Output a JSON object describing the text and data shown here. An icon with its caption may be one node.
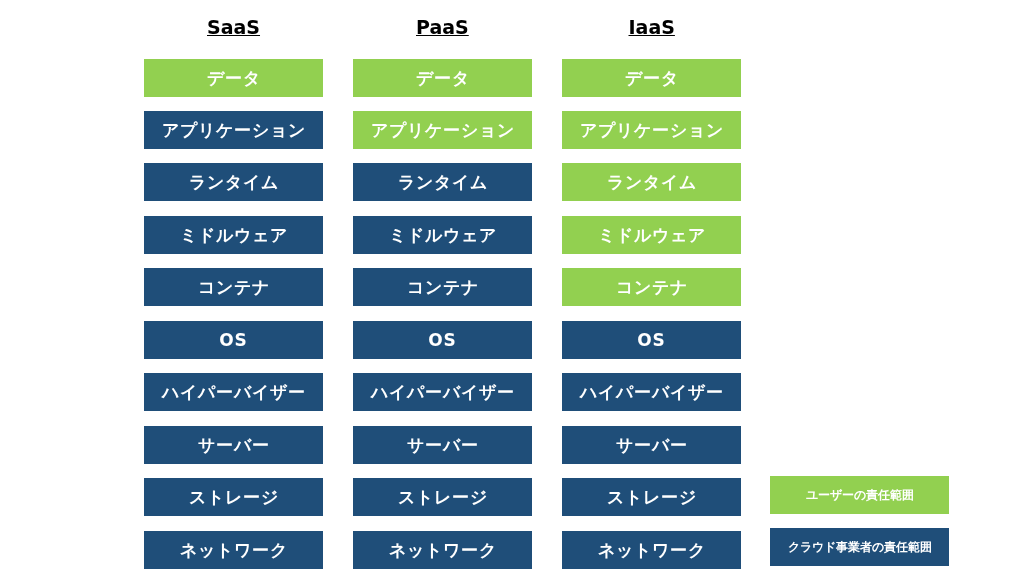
{
  "diagram": {
    "nodes": [
      {
        "text": [
          "データ"
        ]
      },
      {
        "text": [
          "アプリケーション"
        ]
      },
      {
        "text": [
          "ランタイム"
        ]
      },
      {
        "text": [
          "ミドルウェア"
        ]
      },
      {
        "text": [
          "コンテナ"
        ]
      },
      {
        "text": [
          "OS"
        ]
      },
      {
        "text": [
          "ハイパーバイザー"
        ]
      },
      {
        "text": [
          "サーバー"
        ]
      },
      {
        "text": [
          "ストレージ"
        ]
      },
      {
        "text": [
          "ネットワーク"
        ]
      },
      {
        "text": [
          "データ"
        ]
      },
      {
        "text": [
          "アプリケーション"
        ]
      },
      {
        "text": [
          "ランタイム"
        ]
      },
      {
        "text": [
          "ミドルウェア"
        ]
      },
      {
        "text": [
          "コンテナ"
        ]
      },
      {
        "text": [
          "OS"
        ]
      },
      {
        "text": [
          "ハイパーバイザー"
        ]
      },
      {
        "text": [
          "サーバー"
        ]
      },
      {
        "text": [
          "ストレージ"
        ]
      },
      {
        "text": [
          "ネットワーク"
        ]
      },
      {
        "text": [
          "データ"
        ]
      },
      {
        "text": [
          "アプリケーション"
        ]
      },
      {
        "text": [
          "ランタイム"
        ]
      },
      {
        "text": [
          "ミドルウェア"
        ]
      },
      {
        "text": [
          "コンテナ"
        ]
      },
      {
        "text": [
          "OS"
        ]
      },
      {
        "text": [
          "ハイパーバイザー"
        ]
      },
      {
        "text": [
          "サーバー"
        ]
      },
      {
        "text": [
          "ストレージ"
        ]
      },
      {
        "text": [
          "ネットワーク"
        ]
      }
    ],
    "edges": [],
    "labels": [
      "SaaS",
      "PaaS",
      "IaaS"
    ],
    "legend": [
      {
        "text": "ユーザーの責任範囲",
        "color": "#92d050"
      },
      {
        "text": "クラウド事業者の責任範囲",
        "color": "#1f4e79"
      }
    ]
  }
}
